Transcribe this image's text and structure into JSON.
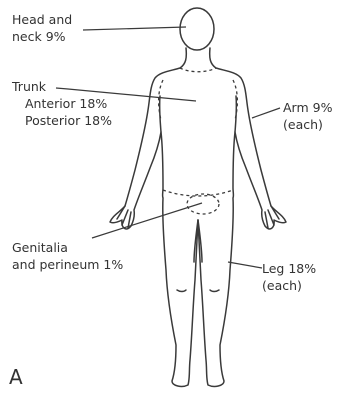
{
  "labels": {
    "head_line1": "Head and",
    "head_line2": "neck 9%",
    "trunk_title": "Trunk",
    "trunk_anterior": "Anterior 18%",
    "trunk_posterior": "Posterior 18%",
    "arm_line1": "Arm 9%",
    "arm_line2": "(each)",
    "genitalia_line1": "Genitalia",
    "genitalia_line2": "and perineum 1%",
    "leg_line1": "Leg 18%",
    "leg_line2": "(each)"
  },
  "panel_label": "A"
}
